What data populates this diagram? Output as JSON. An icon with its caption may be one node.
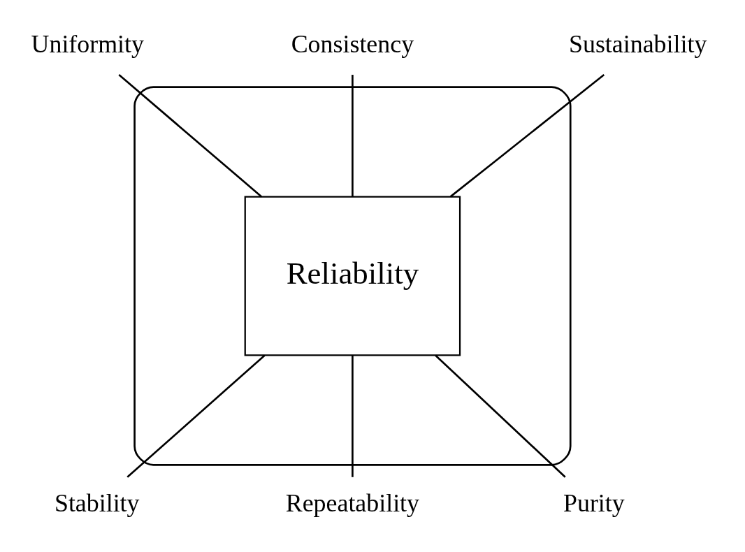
{
  "diagram": {
    "nodes": [
      {
        "text": [],
        "shape": "ellipse"
      },
      {
        "text": [
          "Reliability"
        ],
        "in": 0
      },
      {
        "text": [
          "Uniformity"
        ]
      },
      {
        "text": [
          "Consistency"
        ]
      },
      {
        "text": [
          "Sustainability"
        ]
      },
      {
        "text": [
          "Stability"
        ]
      },
      {
        "text": [
          "Repeatability"
        ]
      },
      {
        "text": [
          "Purity"
        ]
      }
    ],
    "edges": [
      {
        "from": 1,
        "to": 2,
        "arrow": "none"
      },
      {
        "from": 1,
        "to": 3,
        "arrow": "none"
      },
      {
        "from": 1,
        "to": 4,
        "arrow": "none"
      },
      {
        "from": 1,
        "to": 5,
        "arrow": "none"
      },
      {
        "from": 1,
        "to": 6,
        "arrow": "none"
      },
      {
        "from": 1,
        "to": 7,
        "arrow": "none"
      }
    ]
  }
}
